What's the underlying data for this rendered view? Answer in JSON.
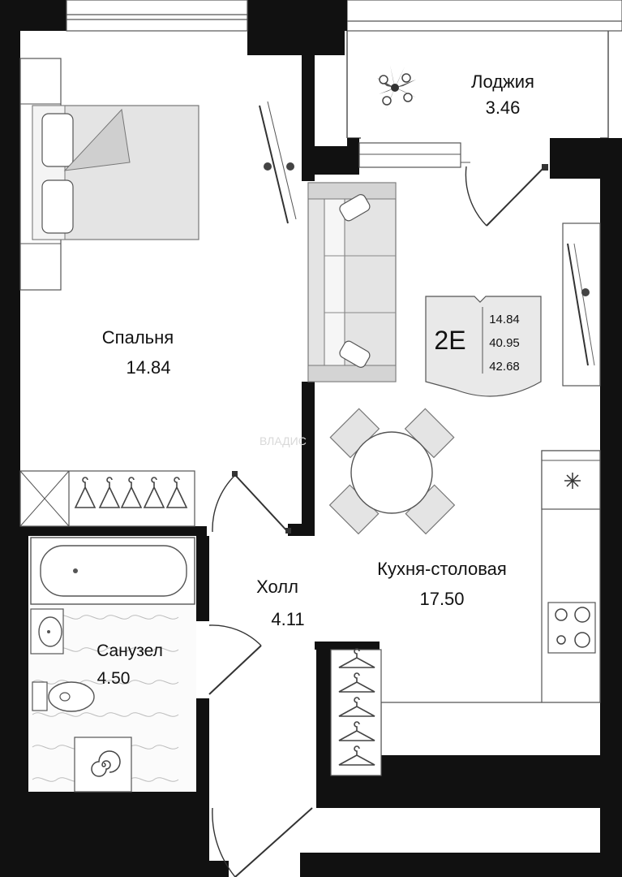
{
  "rooms": {
    "loggia": {
      "name": "Лоджия",
      "area": "3.46"
    },
    "bedroom": {
      "name": "Спальня",
      "area": "14.84"
    },
    "kitchen": {
      "name": "Кухня-столовая",
      "area": "17.50"
    },
    "hall": {
      "name": "Холл",
      "area": "4.11"
    },
    "bathroom": {
      "name": "Санузел",
      "area": "4.50"
    }
  },
  "badge": {
    "type": "2E",
    "areas": [
      "14.84",
      "40.95",
      "42.68"
    ]
  },
  "watermark": "ВЛАДИС",
  "colors": {
    "wall": "#111111",
    "furniture_fill": "#e4e4e4",
    "line": "#333333"
  }
}
